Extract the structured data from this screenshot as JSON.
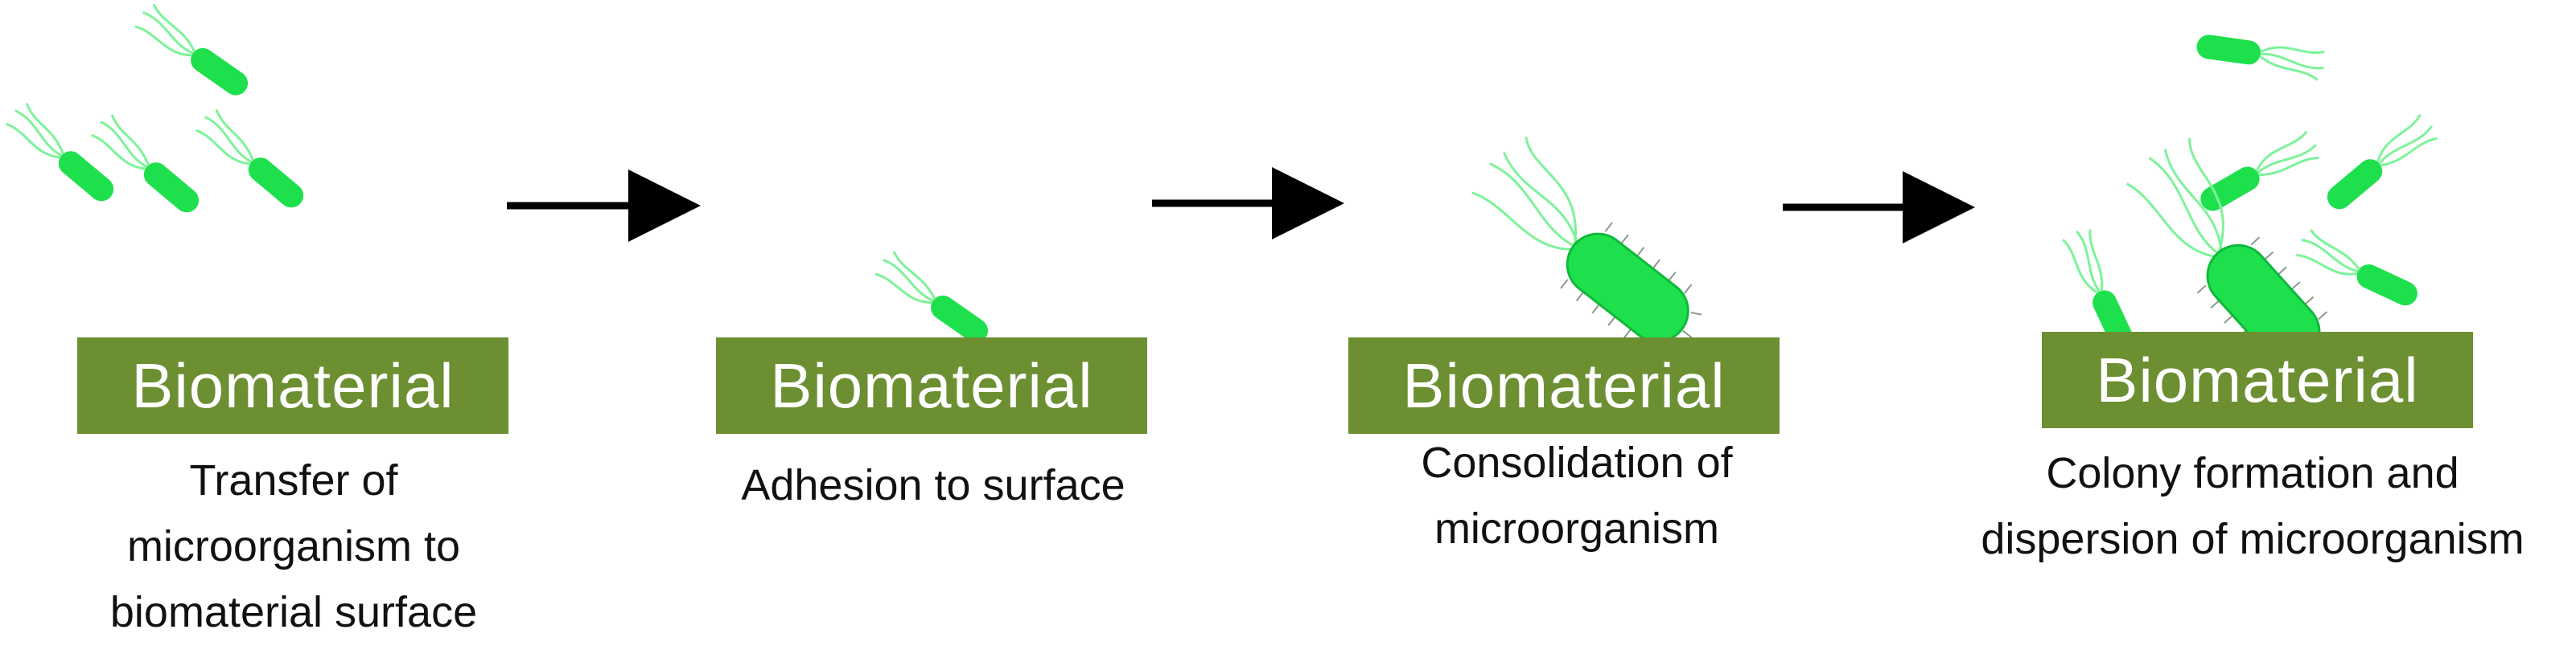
{
  "colors": {
    "bacterium": "#1ee04d",
    "bacterium_dark": "#10b83a",
    "flagella": "#7ef29a",
    "biomaterial": "#6c8f32",
    "arrow": "#000000"
  },
  "stages": [
    {
      "block_label": "Biomaterial",
      "caption": "Transfer of\nmicroorganism to\nbiomaterial surface"
    },
    {
      "block_label": "Biomaterial",
      "caption": "Adhesion to surface"
    },
    {
      "block_label": "Biomaterial",
      "caption": "Consolidation of\nmicroorganism"
    },
    {
      "block_label": "Biomaterial",
      "caption": "Colony formation and\ndispersion of microorganism"
    }
  ]
}
